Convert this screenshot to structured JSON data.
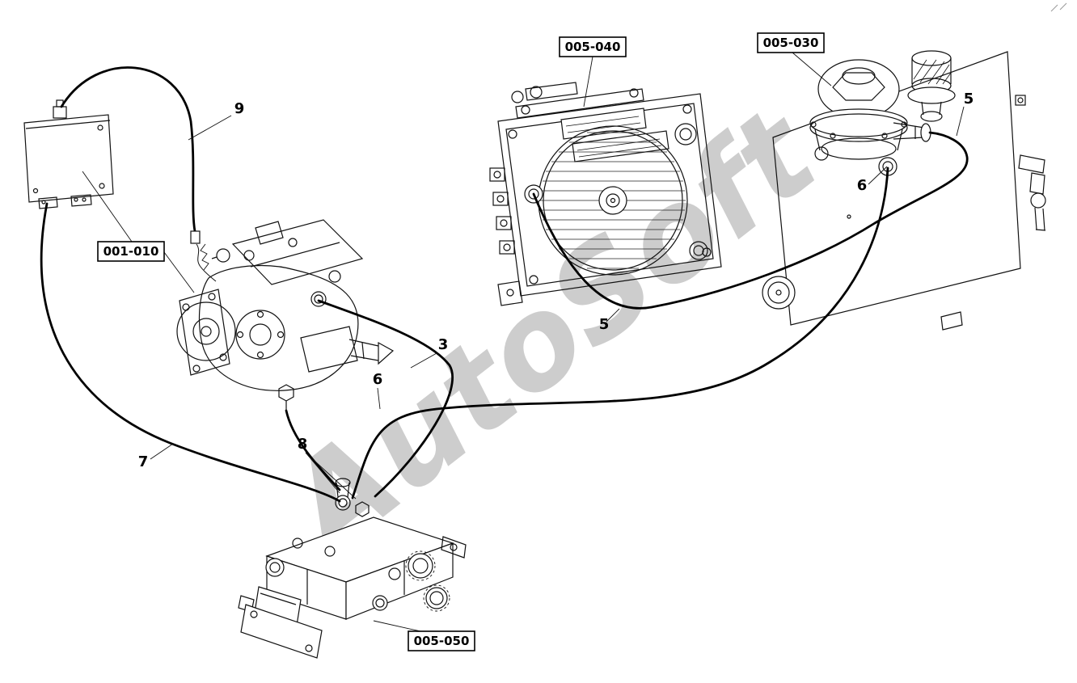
{
  "watermark": "AutoSoft",
  "part_labels": {
    "control_unit": "001-010",
    "oil_cooler": "005-040",
    "tank_filter": "005-030",
    "valve_block": "005-050"
  },
  "callouts": {
    "item9": "9",
    "item5_tank": "5",
    "item6_tank": "6",
    "item5_cooler": "5",
    "item3": "3",
    "item6_pump": "6",
    "item7": "7",
    "item8": "8"
  }
}
